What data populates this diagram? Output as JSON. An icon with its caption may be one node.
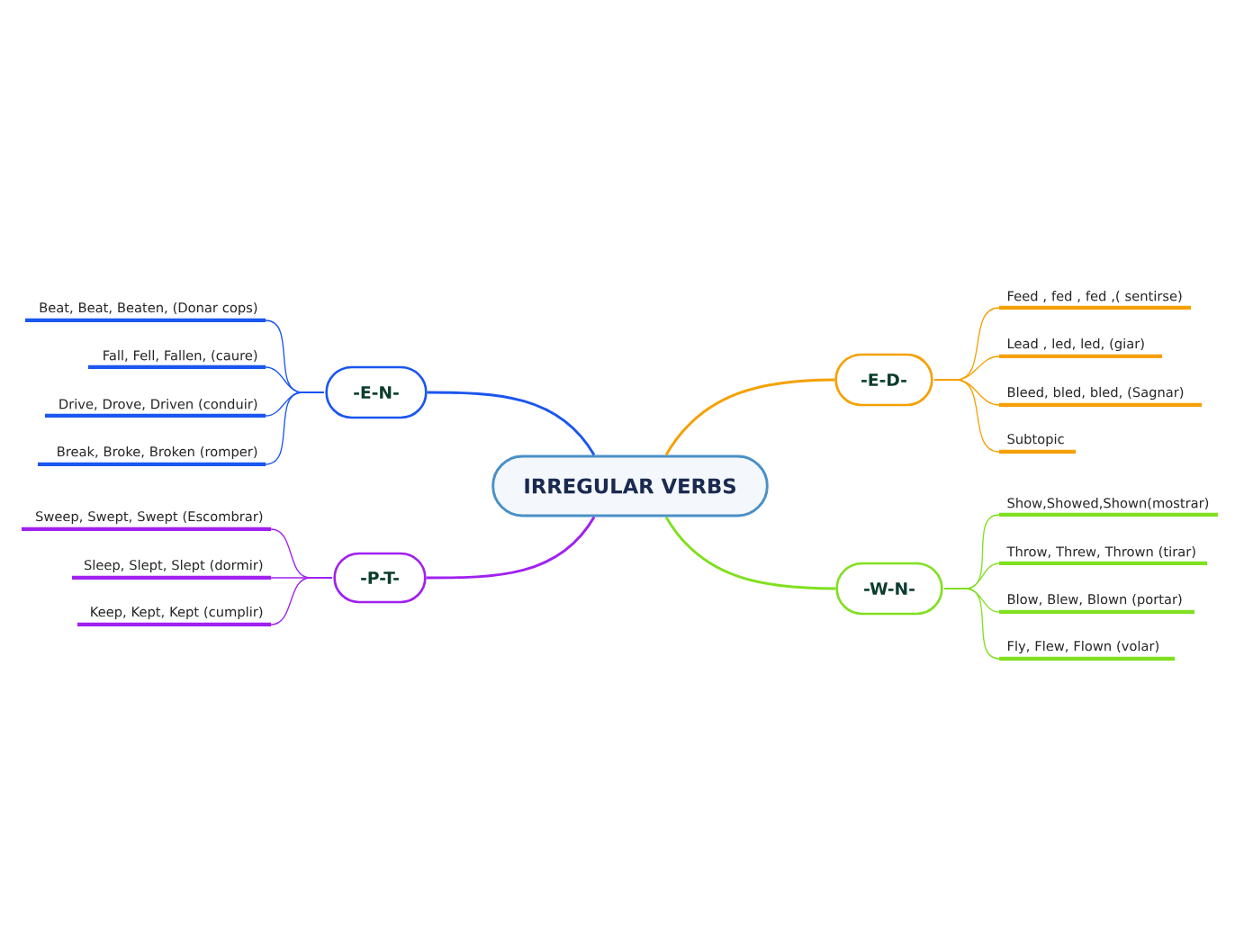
{
  "diagram": {
    "nodes": [
      {
        "text": [
          "IRREGULAR VERBS"
        ]
      },
      {
        "text": [
          "-E-N-"
        ]
      },
      {
        "text": [
          "Beat, Beat, Beaten, (Donar cops)"
        ]
      },
      {
        "text": [
          "Fall, Fell, Fallen, (caure)"
        ]
      },
      {
        "text": [
          "Drive, Drove, Driven (conduir)"
        ]
      },
      {
        "text": [
          "Break, Broke, Broken (romper)"
        ]
      },
      {
        "text": [
          "-P-T-"
        ]
      },
      {
        "text": [
          "Sweep, Swept, Swept (Escombrar)"
        ]
      },
      {
        "text": [
          "Sleep, Slept, Slept (dormir)"
        ]
      },
      {
        "text": [
          "Keep, Kept, Kept (cumplir)"
        ]
      },
      {
        "text": [
          "-E-D-"
        ]
      },
      {
        "text": [
          "Feed , fed , fed ,( sentirse)"
        ]
      },
      {
        "text": [
          "Lead , led, led, (giar)"
        ]
      },
      {
        "text": [
          "Bleed, bled, bled, (Sagnar)"
        ]
      },
      {
        "text": [
          "Subtopic"
        ]
      },
      {
        "text": [
          "-W-N-"
        ]
      },
      {
        "text": [
          "Show,Showed,Shown(mostrar)"
        ]
      },
      {
        "text": [
          "Throw, Threw, Thrown (tirar)"
        ]
      },
      {
        "text": [
          "Blow, Blew, Blown (portar)"
        ]
      },
      {
        "text": [
          "Fly, Flew, Flown (volar)"
        ]
      }
    ],
    "edges": [
      {
        "from": 0,
        "to": 1,
        "arrow": "none",
        "color": "#1a56f0"
      },
      {
        "from": 1,
        "to": 2,
        "arrow": "none",
        "color": "#1a56f0"
      },
      {
        "from": 1,
        "to": 3,
        "arrow": "none",
        "color": "#1a56f0"
      },
      {
        "from": 1,
        "to": 4,
        "arrow": "none",
        "color": "#1a56f0"
      },
      {
        "from": 1,
        "to": 5,
        "arrow": "none",
        "color": "#1a56f0"
      },
      {
        "from": 0,
        "to": 6,
        "arrow": "none",
        "color": "#a020f0"
      },
      {
        "from": 6,
        "to": 7,
        "arrow": "none",
        "color": "#a020f0"
      },
      {
        "from": 6,
        "to": 8,
        "arrow": "none",
        "color": "#a020f0"
      },
      {
        "from": 6,
        "to": 9,
        "arrow": "none",
        "color": "#a020f0"
      },
      {
        "from": 0,
        "to": 10,
        "arrow": "none",
        "color": "#f5a000"
      },
      {
        "from": 10,
        "to": 11,
        "arrow": "none",
        "color": "#f5a000"
      },
      {
        "from": 10,
        "to": 12,
        "arrow": "none",
        "color": "#f5a000"
      },
      {
        "from": 10,
        "to": 13,
        "arrow": "none",
        "color": "#f5a000"
      },
      {
        "from": 10,
        "to": 14,
        "arrow": "none",
        "color": "#f5a000"
      },
      {
        "from": 0,
        "to": 15,
        "arrow": "none",
        "color": "#80e020"
      },
      {
        "from": 15,
        "to": 16,
        "arrow": "none",
        "color": "#80e020"
      },
      {
        "from": 15,
        "to": 17,
        "arrow": "none",
        "color": "#80e020"
      },
      {
        "from": 15,
        "to": 18,
        "arrow": "none",
        "color": "#80e020"
      },
      {
        "from": 15,
        "to": 19,
        "arrow": "none",
        "color": "#80e020"
      }
    ]
  }
}
